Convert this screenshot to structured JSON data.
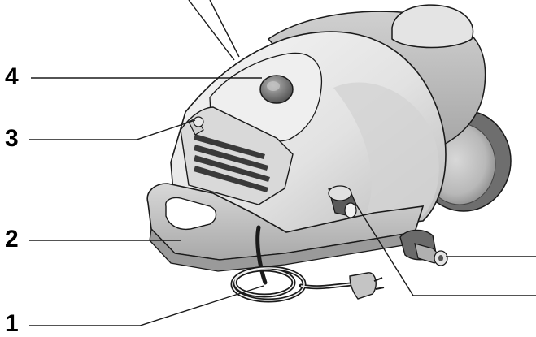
{
  "callouts": [
    {
      "number": "4"
    },
    {
      "number": "3"
    },
    {
      "number": "2"
    },
    {
      "number": "1"
    }
  ],
  "colors": {
    "outline": "#1a1a1a",
    "body_light": "#eeeeee",
    "body_mid": "#c9c9c9",
    "body_dark": "#8c8c8c",
    "wheel": "#6e6e6e",
    "base_shadow": "#a8a8a8"
  }
}
